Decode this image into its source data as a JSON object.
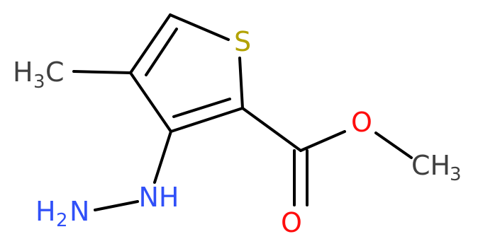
{
  "molecule": {
    "atoms": {
      "sulfur": "S",
      "oxygen_ester": "O",
      "oxygen_carbonyl": "O",
      "nh": "NH",
      "nh2_n": "N",
      "nh2_h": "H",
      "nh2_sub": "2",
      "ch3_left_h": "H",
      "ch3_left_sub": "3",
      "ch3_left_c": "C",
      "ch3_right_c": "CH",
      "ch3_right_sub": "3"
    },
    "colors": {
      "bond": "#000000",
      "sulfur": "#b2a200",
      "oxygen": "#ff0d0d",
      "nitrogen": "#3050f8",
      "carbon_label": "#404040"
    }
  }
}
